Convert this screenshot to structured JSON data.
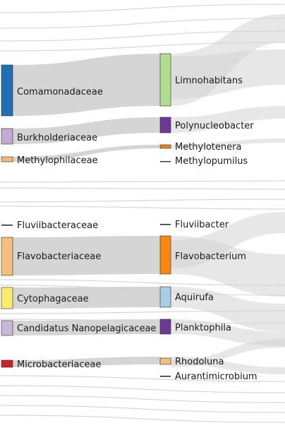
{
  "colors": {
    "flow": "#d3d3d3",
    "background": "#ffffff"
  },
  "families": [
    {
      "label": "Comamonadaceae",
      "color": "#1f6fb4"
    },
    {
      "label": "Burkholderiaceae",
      "color": "#c4aad4"
    },
    {
      "label": "Methylophilaceae",
      "color": "#f2b978"
    },
    {
      "label": "Fluviibacteraceae",
      "color": "#222222"
    },
    {
      "label": "Flavobacteriaceae",
      "color": "#f5be7c"
    },
    {
      "label": "Cytophagaceae",
      "color": "#f8ec6c"
    },
    {
      "label": "Candidatus Nanopelagicaceae",
      "color": "#c9b6d9"
    },
    {
      "label": "Microbacteriaceae",
      "color": "#cc1f26"
    }
  ],
  "genera": [
    {
      "label": "Limnohabitans",
      "color": "#b2dd8e"
    },
    {
      "label": "Polynucleobacter",
      "color": "#6a3a96"
    },
    {
      "label": "Methylotenera",
      "color": "#f07f16"
    },
    {
      "label": "Methylopumilus",
      "color": "#333d44"
    },
    {
      "label": "Fluviibacter",
      "color": "#222222"
    },
    {
      "label": "Flavobacterium",
      "color": "#f78812"
    },
    {
      "label": "Aquirufa",
      "color": "#a9cde3"
    },
    {
      "label": "Planktophila",
      "color": "#6a3a96"
    },
    {
      "label": "Rhodoluna",
      "color": "#f5be7c"
    },
    {
      "label": "Aurantimicrobium",
      "color": "#222222"
    }
  ]
}
